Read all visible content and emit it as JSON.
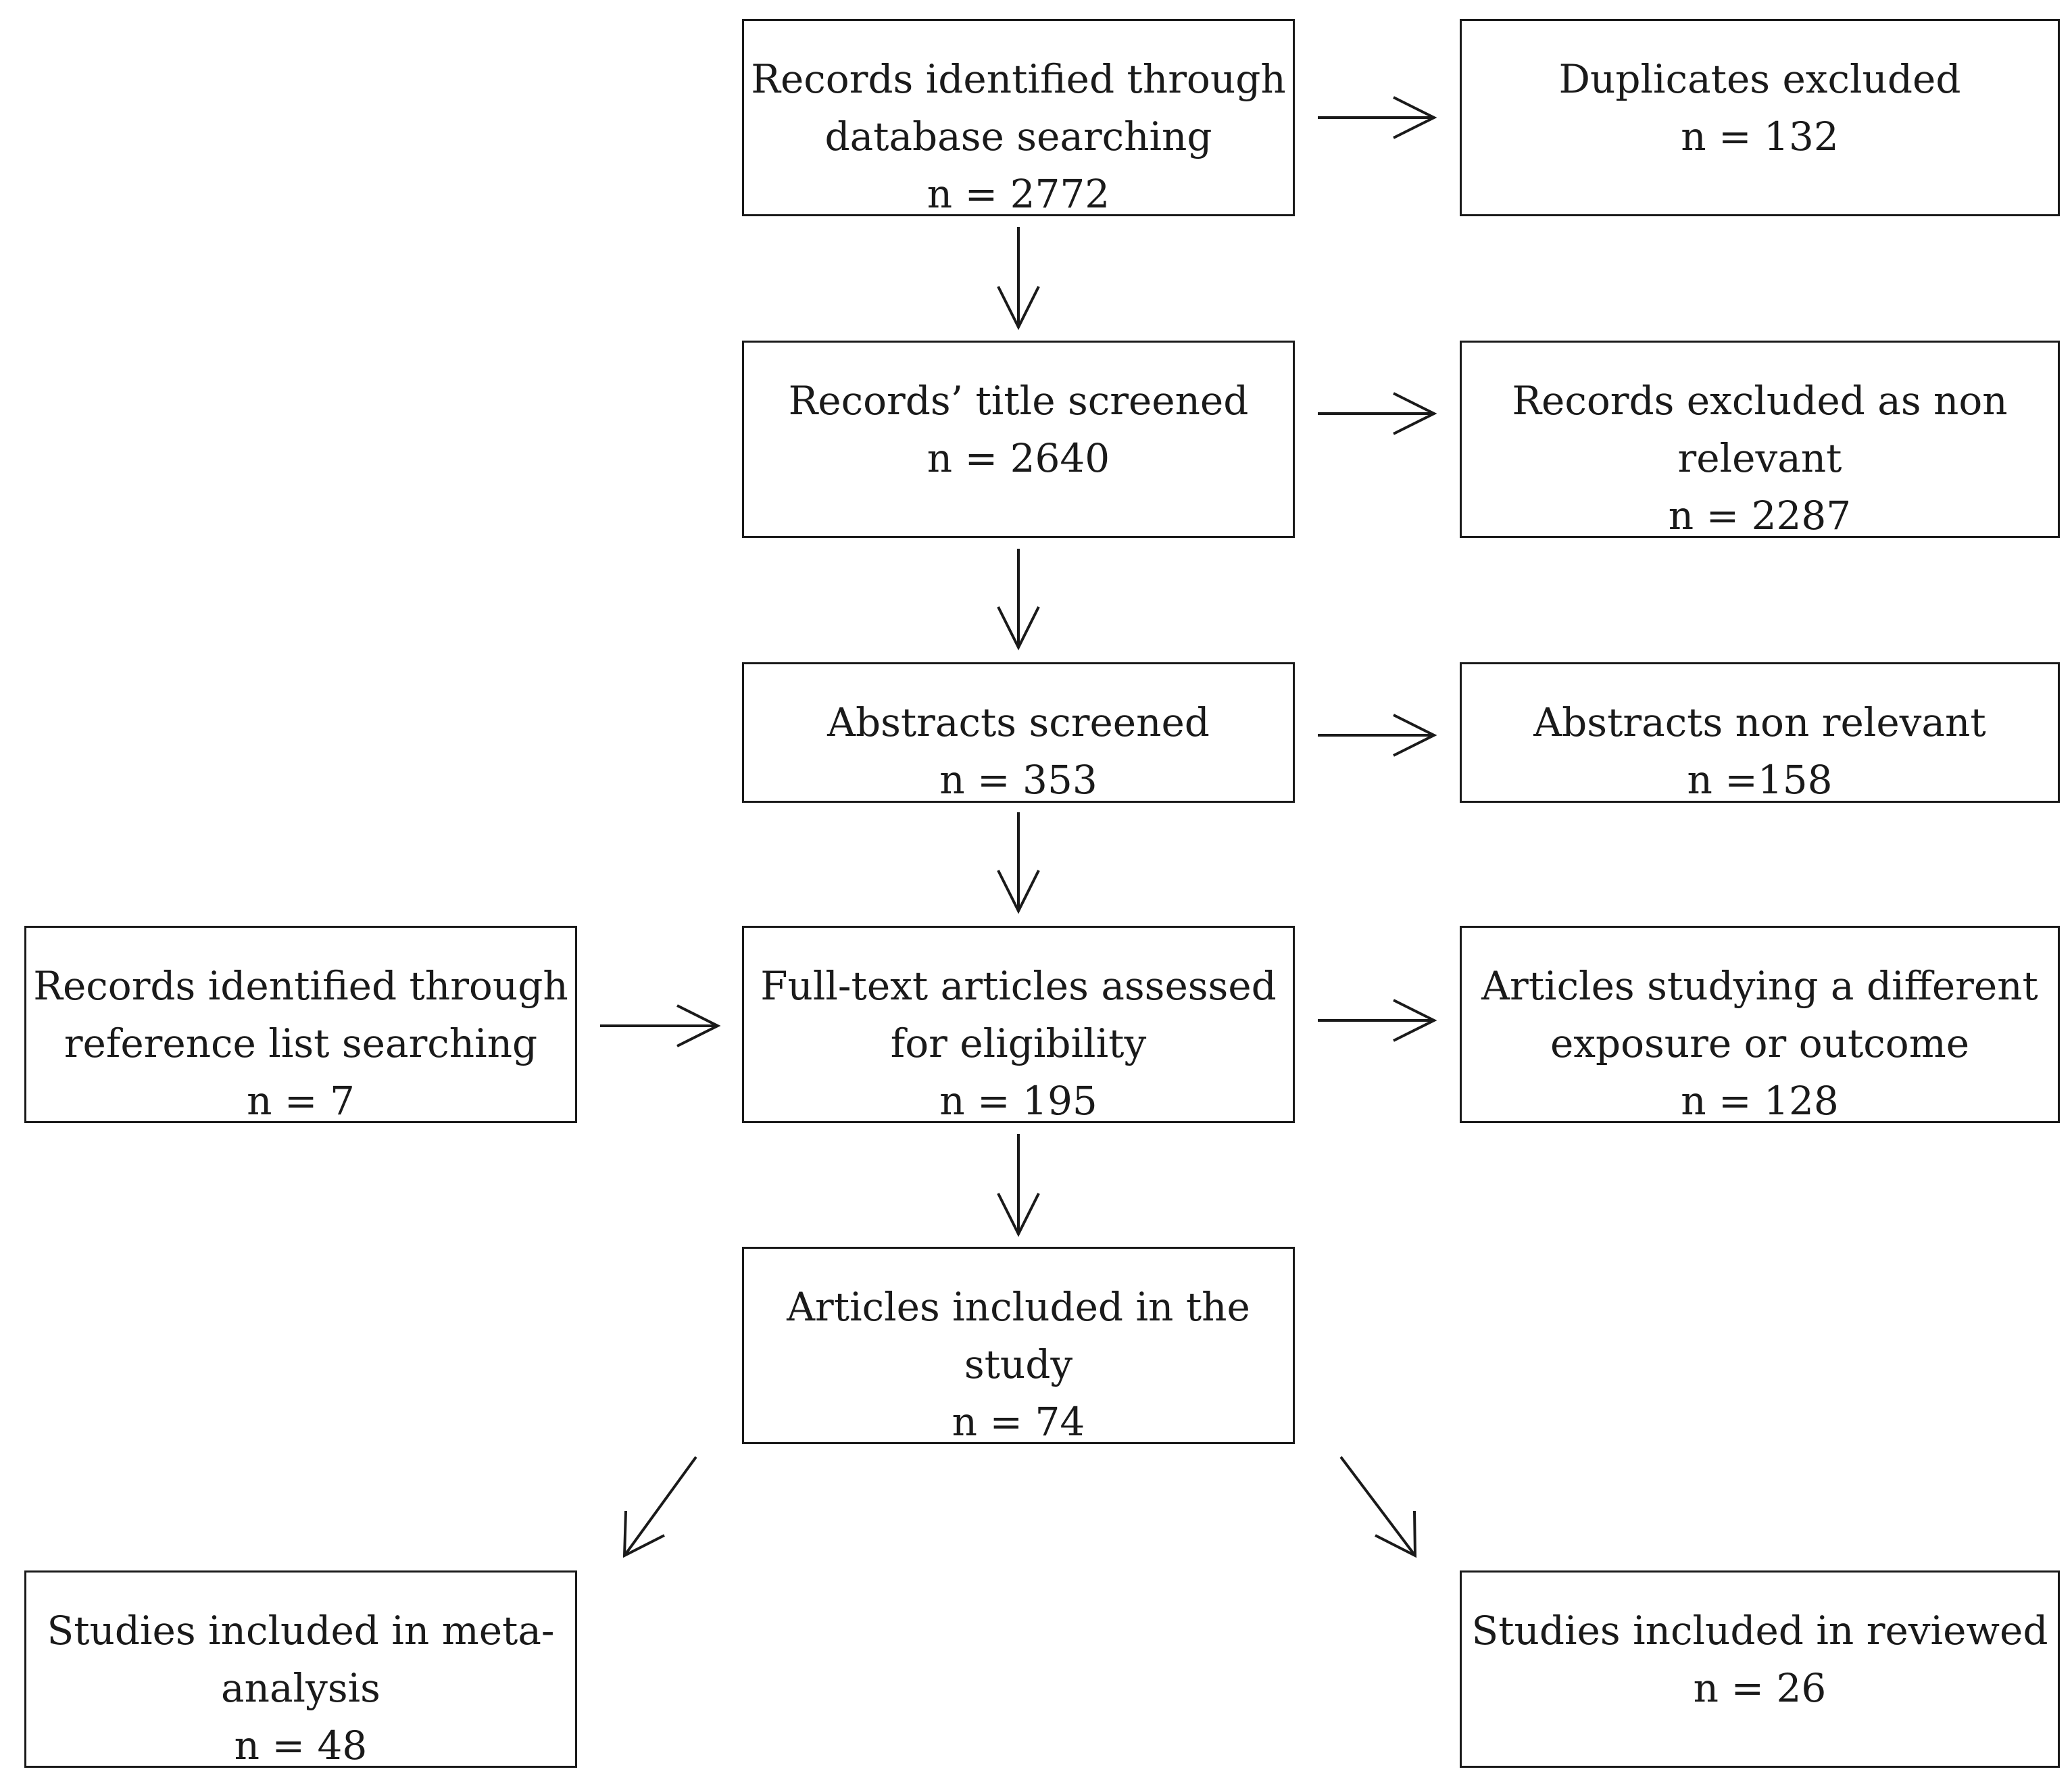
{
  "boxes": {
    "records_db": {
      "lines": [
        "Records identified through",
        "database searching",
        "n = 2772"
      ]
    },
    "duplicates": {
      "lines": [
        "Duplicates excluded",
        "n = 132"
      ]
    },
    "title_screened": {
      "lines": [
        "Records’ title screened",
        "n = 2640"
      ]
    },
    "excluded_non_relevant": {
      "lines": [
        "Records excluded as non",
        "relevant",
        "n = 2287"
      ]
    },
    "abstracts_screened": {
      "lines": [
        "Abstracts screened",
        "n = 353"
      ]
    },
    "abstracts_non_relevant": {
      "lines": [
        "Abstracts non relevant",
        "n =158"
      ]
    },
    "reference_list": {
      "lines": [
        "Records identified through",
        "reference list searching",
        "n = 7"
      ]
    },
    "full_text": {
      "lines": [
        "Full-text articles assessed",
        "for eligibility",
        "n = 195"
      ]
    },
    "different_exposure": {
      "lines": [
        "Articles studying a different",
        "exposure or outcome",
        "n = 128"
      ]
    },
    "included_study": {
      "lines": [
        "Articles included in the",
        "study",
        "n = 74"
      ]
    },
    "meta_analysis": {
      "lines": [
        "Studies included in meta-",
        "analysis",
        "n = 48"
      ]
    },
    "reviewed": {
      "lines": [
        "Studies included in reviewed",
        "n = 26"
      ]
    }
  }
}
